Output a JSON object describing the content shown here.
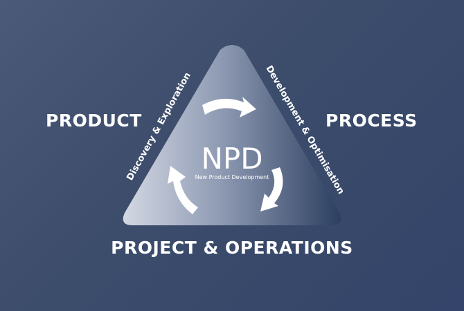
{
  "diagram": {
    "center_title": "NPD",
    "center_subtitle": "New Product Development",
    "left_edge_label": "Discovery & Exploration",
    "right_edge_label": "Development & Optimisation",
    "outer_left": "PRODUCT",
    "outer_right": "PROCESS",
    "outer_bottom": "PROJECT & OPERATIONS",
    "colors": {
      "background": "#3f4f6e",
      "triangle_light": "#c9cfdc",
      "triangle_dark": "#2c3f60",
      "text": "#ffffff"
    }
  }
}
